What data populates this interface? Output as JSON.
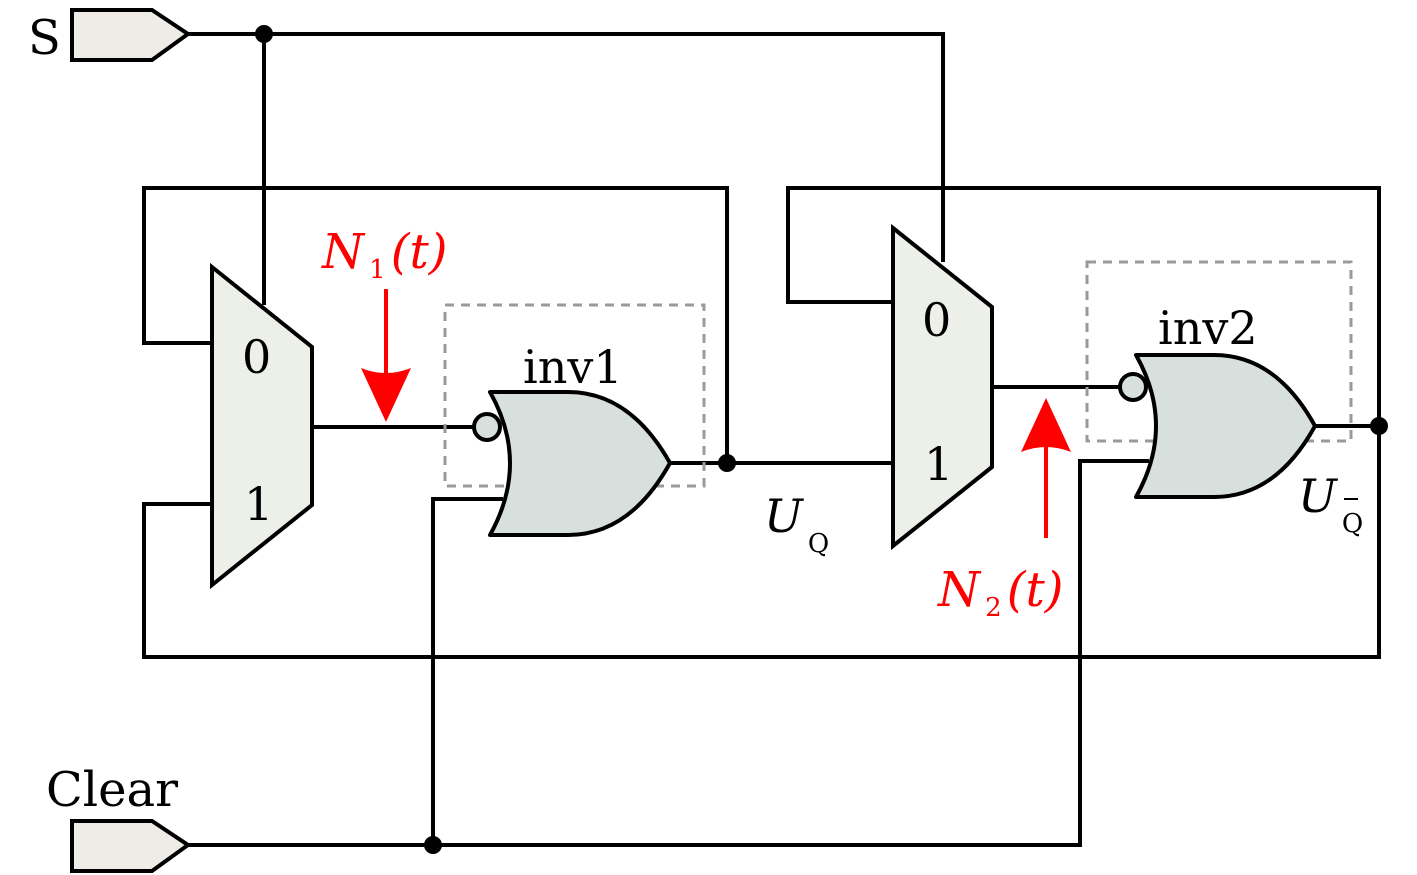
{
  "inputs": {
    "s": "S",
    "clear": "Clear"
  },
  "mux1": {
    "in0": "0",
    "in1": "1"
  },
  "mux2": {
    "in0": "0",
    "in1": "1"
  },
  "gates": {
    "inv1": "inv1",
    "inv2": "inv2"
  },
  "signals": {
    "uq_main": "U",
    "uq_sub": "Q",
    "uqbar_main": "U",
    "uqbar_sub": "Q"
  },
  "noise": {
    "n1_main": "N",
    "n1_sub": "1",
    "n1_arg": "(t)",
    "n2_main": "N",
    "n2_sub": "2",
    "n2_arg": "(t)",
    "color": "#ff0000"
  }
}
